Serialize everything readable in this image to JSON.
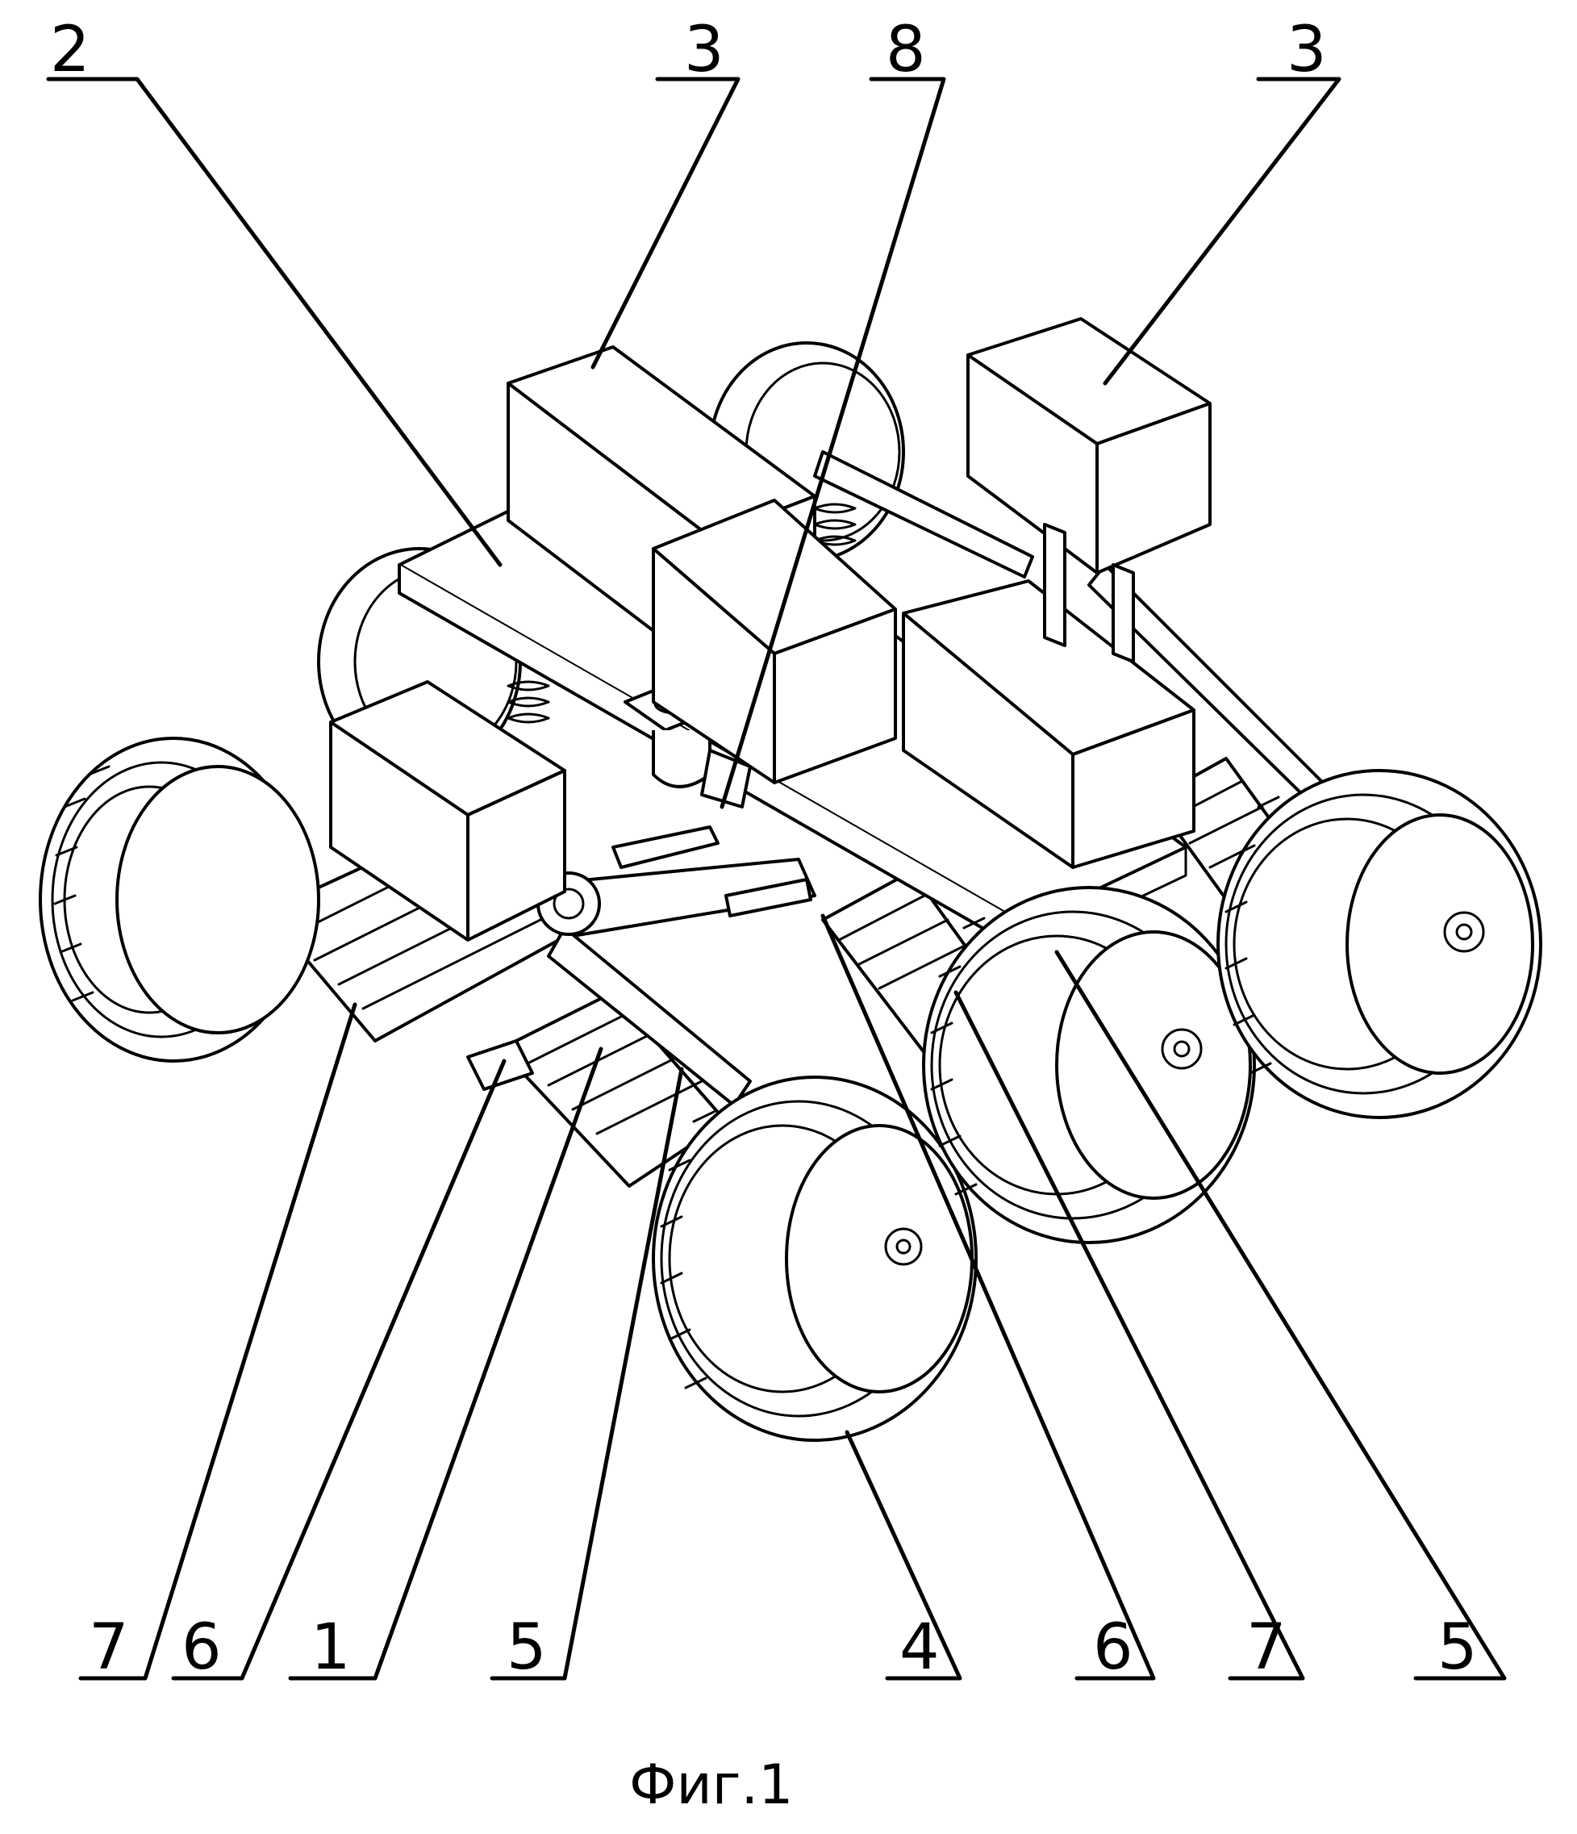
{
  "labels": {
    "top_2": "2",
    "top_3a": "3",
    "top_8": "8",
    "top_3b": "3",
    "bottom_7a": "7",
    "bottom_6a": "6",
    "bottom_1": "1",
    "bottom_5a": "5",
    "bottom_4": "4",
    "bottom_6b": "6",
    "bottom_7b": "7",
    "bottom_5b": "5"
  },
  "caption": "Фиг.1"
}
